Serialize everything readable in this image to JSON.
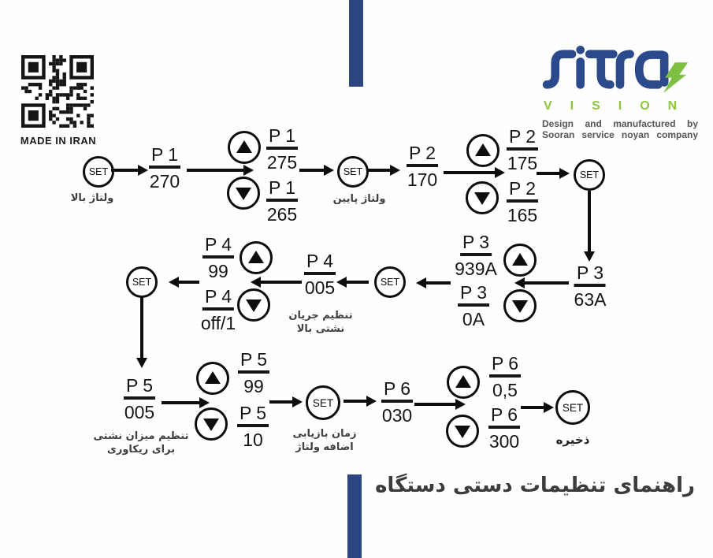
{
  "header": {
    "made_in": "MADE IN IRAN",
    "logo": {
      "brand": "sitra",
      "vision": "VISION",
      "tagline_line1": "Design and manufactured by",
      "tagline_line2": "Sooran service noyan company"
    }
  },
  "colors": {
    "bar_blue": "#2b4580",
    "logo_blue": "#2b4a8c",
    "logo_green": "#7ec043",
    "caption_gray": "#3f3f3f"
  },
  "set_label": "SET",
  "flow": {
    "set_caption_1": "ولتاژ بالا",
    "set_caption_2": "ولتاژ پایین",
    "p1": {
      "label": "P 1",
      "value": "270"
    },
    "p1_up": {
      "label": "P 1",
      "value": "275"
    },
    "p1_down": {
      "label": "P 1",
      "value": "265"
    },
    "p2": {
      "label": "P 2",
      "value": "170"
    },
    "p2_up": {
      "label": "P 2",
      "value": "175"
    },
    "p2_down": {
      "label": "P 2",
      "value": "165"
    },
    "p3": {
      "label": "P 3",
      "value": "63A"
    },
    "p3_up": {
      "label": "P 3",
      "value": "939A"
    },
    "p3_down": {
      "label": "P 3",
      "value": "0A"
    },
    "p4": {
      "label": "P 4",
      "value": "005"
    },
    "p4_up": {
      "label": "P 4",
      "value": "99"
    },
    "p4_down": {
      "label": "P 4",
      "value": "off/1"
    },
    "p4_caption_1": "تنظیم جریان",
    "p4_caption_2": "نشتی بالا",
    "p5": {
      "label": "P 5",
      "value": "005"
    },
    "p5_up": {
      "label": "P 5",
      "value": "99"
    },
    "p5_down": {
      "label": "P 5",
      "value": "10"
    },
    "p5_caption_1": "تنظیم میزان نشتی",
    "p5_caption_2": "برای ریکاوری",
    "set_caption_3_1": "زمان بازیابی",
    "set_caption_3_2": "اضافه ولتاژ",
    "p6": {
      "label": "P 6",
      "value": "030"
    },
    "p6_up": {
      "label": "P 6",
      "value": "0,5"
    },
    "p6_down": {
      "label": "P 6",
      "value": "300"
    },
    "save_caption": "ذخیره"
  },
  "title": "راهنمای تنظیمات دستی دستگاه"
}
